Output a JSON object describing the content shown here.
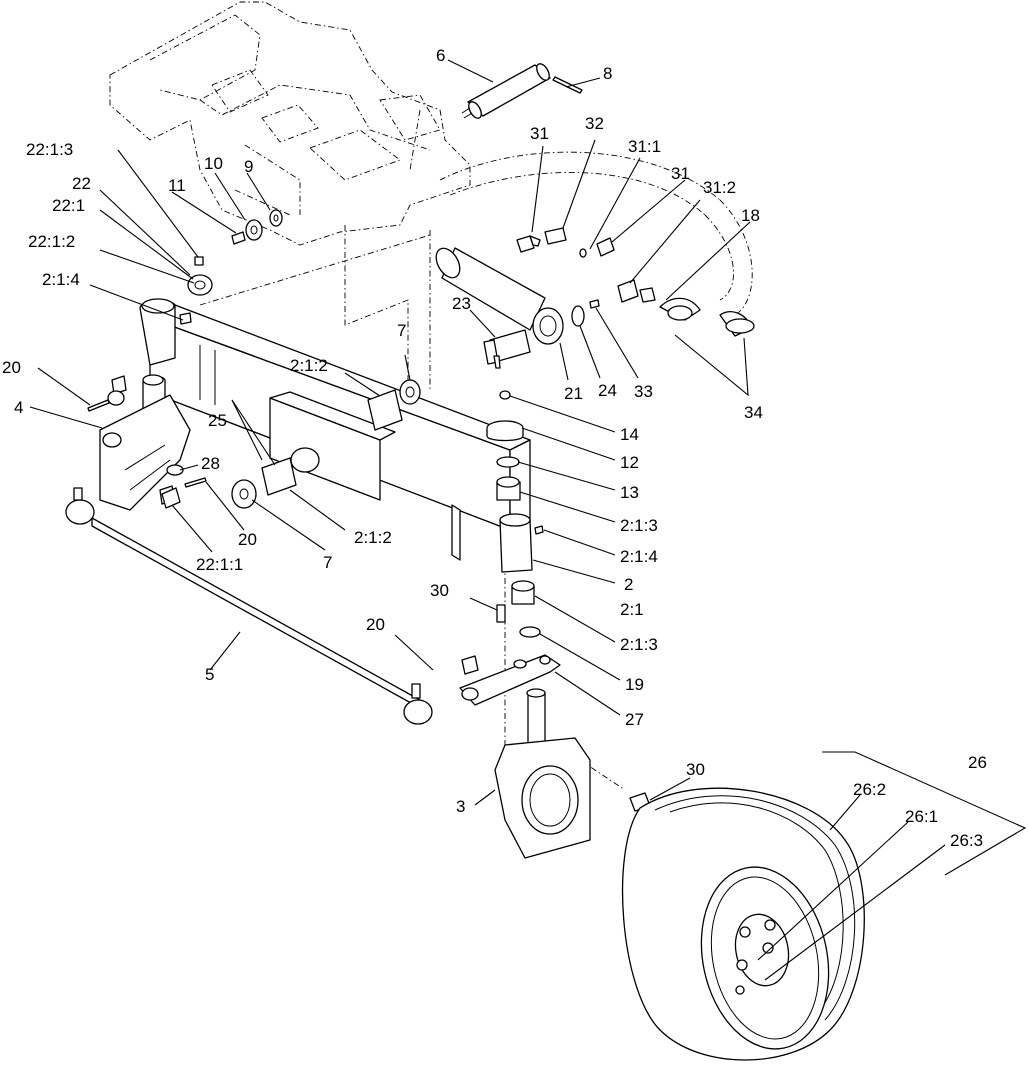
{
  "callouts": [
    {
      "id": "c-6",
      "text": "6"
    },
    {
      "id": "c-8",
      "text": "8"
    },
    {
      "id": "c-31-a",
      "text": "31"
    },
    {
      "id": "c-32",
      "text": "32"
    },
    {
      "id": "c-31-1",
      "text": "31:1"
    },
    {
      "id": "c-31-b",
      "text": "31"
    },
    {
      "id": "c-31-2",
      "text": "31:2"
    },
    {
      "id": "c-18",
      "text": "18"
    },
    {
      "id": "c-22-1-3",
      "text": "22:1:3"
    },
    {
      "id": "c-22",
      "text": "22"
    },
    {
      "id": "c-22-1",
      "text": "22:1"
    },
    {
      "id": "c-10",
      "text": "10"
    },
    {
      "id": "c-9",
      "text": "9"
    },
    {
      "id": "c-11",
      "text": "11"
    },
    {
      "id": "c-22-1-2",
      "text": "22:1:2"
    },
    {
      "id": "c-2-1-4-a",
      "text": "2:1:4"
    },
    {
      "id": "c-23",
      "text": "23"
    },
    {
      "id": "c-7-a",
      "text": "7"
    },
    {
      "id": "c-2-1-2-a",
      "text": "2:1:2"
    },
    {
      "id": "c-21",
      "text": "21"
    },
    {
      "id": "c-24",
      "text": "24"
    },
    {
      "id": "c-33",
      "text": "33"
    },
    {
      "id": "c-34",
      "text": "34"
    },
    {
      "id": "c-20-a",
      "text": "20"
    },
    {
      "id": "c-4",
      "text": "4"
    },
    {
      "id": "c-25",
      "text": "25"
    },
    {
      "id": "c-28",
      "text": "28"
    },
    {
      "id": "c-14",
      "text": "14"
    },
    {
      "id": "c-12",
      "text": "12"
    },
    {
      "id": "c-13",
      "text": "13"
    },
    {
      "id": "c-20-b",
      "text": "20"
    },
    {
      "id": "c-2-1-3-a",
      "text": "2:1:3"
    },
    {
      "id": "c-2-1-2-b",
      "text": "2:1:2"
    },
    {
      "id": "c-7-b",
      "text": "7"
    },
    {
      "id": "c-22-1-1",
      "text": "22:1:1"
    },
    {
      "id": "c-2-1-4-b",
      "text": "2:1:4"
    },
    {
      "id": "c-2",
      "text": "2"
    },
    {
      "id": "c-2-1",
      "text": "2:1"
    },
    {
      "id": "c-30-a",
      "text": "30"
    },
    {
      "id": "c-2-1-3-b",
      "text": "2:1:3"
    },
    {
      "id": "c-20-c",
      "text": "20"
    },
    {
      "id": "c-19",
      "text": "19"
    },
    {
      "id": "c-5",
      "text": "5"
    },
    {
      "id": "c-27",
      "text": "27"
    },
    {
      "id": "c-30-b",
      "text": "30"
    },
    {
      "id": "c-26",
      "text": "26"
    },
    {
      "id": "c-26-2",
      "text": "26:2"
    },
    {
      "id": "c-26-1",
      "text": "26:1"
    },
    {
      "id": "c-26-3",
      "text": "26:3"
    },
    {
      "id": "c-3",
      "text": "3"
    }
  ]
}
